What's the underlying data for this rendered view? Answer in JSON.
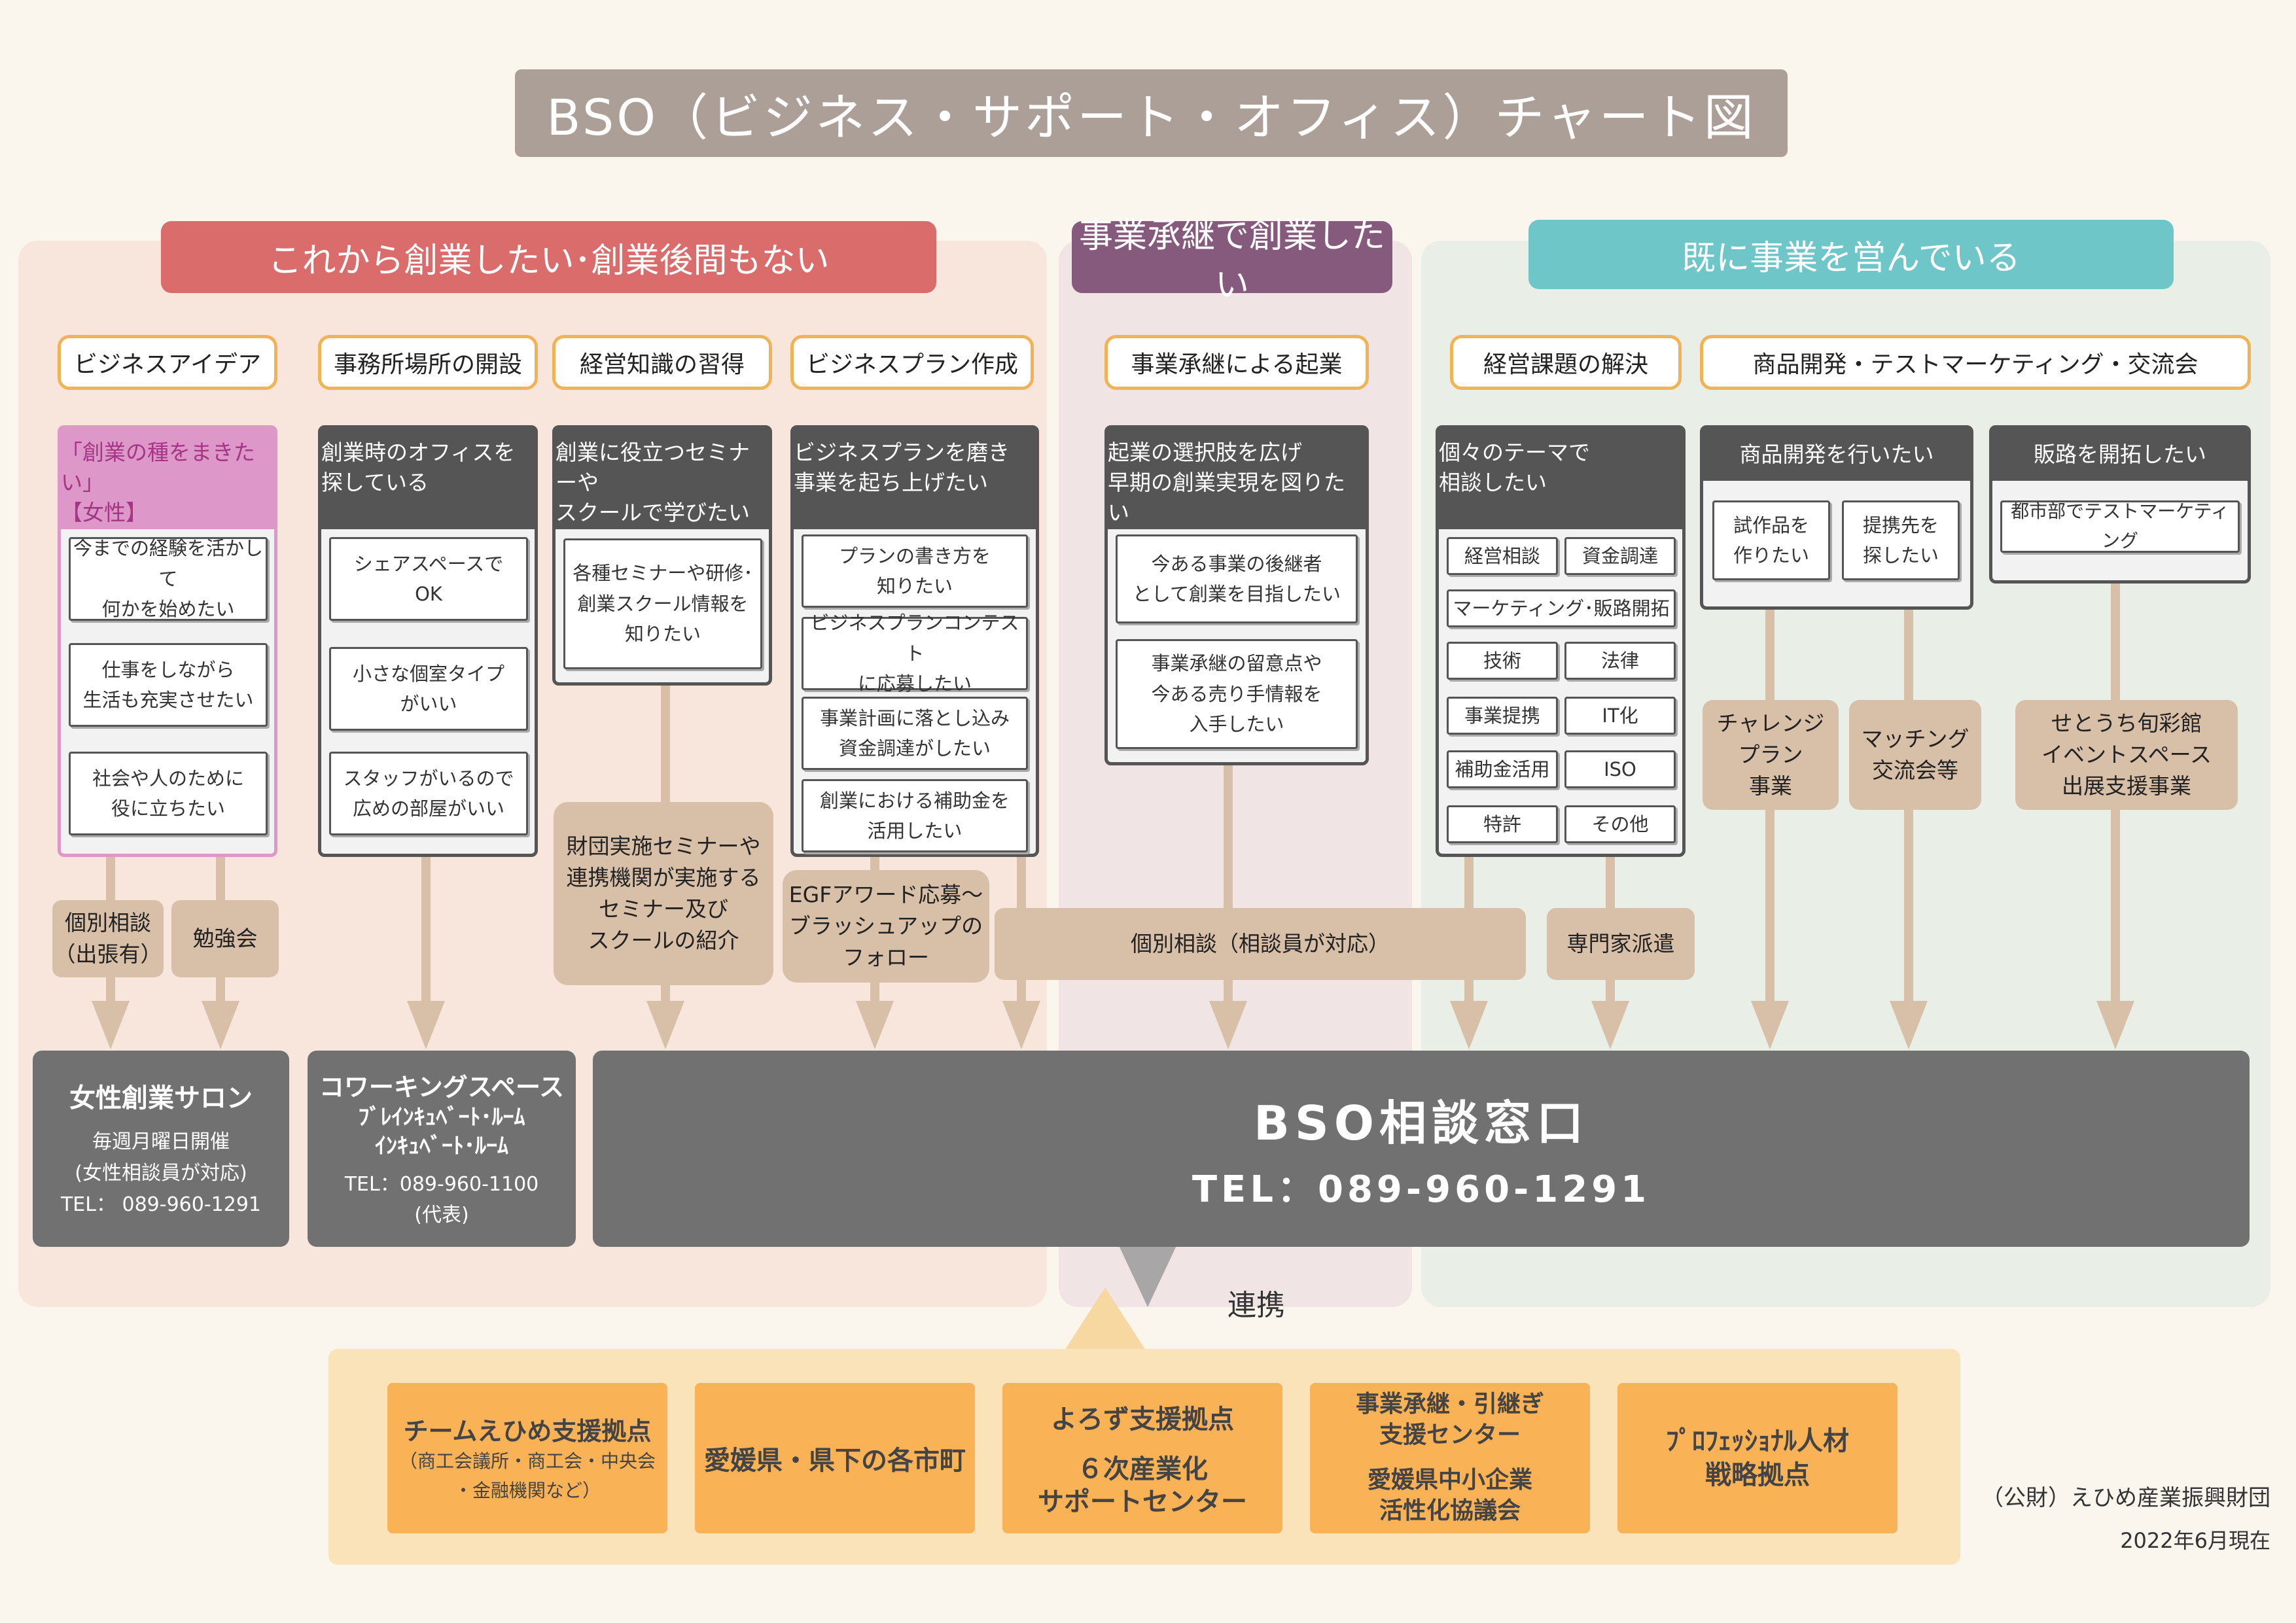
{
  "title": "BSO（ビジネス・サポート・オフィス）チャート図",
  "categories": {
    "start": "これから創業したい･創業後間もない",
    "succession": "事業承継で創業したい",
    "existing": "既に事業を営んでいる"
  },
  "subcategories": {
    "idea": "ビジネスアイデア",
    "office": "事務所場所の開設",
    "knowledge": "経営知識の習得",
    "plan": "ビジネスプラン作成",
    "succession": "事業承継による起業",
    "issues": "経営課題の解決",
    "product": "商品開発・テストマーケティング・交流会"
  },
  "cards": {
    "women": {
      "head1": "「創業の種をまきたい」",
      "head2": "【女性】",
      "items": [
        [
          "今までの経験を活かして",
          "何かを始めたい"
        ],
        [
          "仕事をしながら",
          "生活も充実させたい"
        ],
        [
          "社会や人のために",
          "役に立ちたい"
        ]
      ]
    },
    "office": {
      "head1": "創業時のオフィスを",
      "head2": "探している",
      "items": [
        [
          "シェアスペースで",
          "OK"
        ],
        [
          "小さな個室タイプ",
          "がいい"
        ],
        [
          "スタッフがいるので",
          "広めの部屋がいい"
        ]
      ]
    },
    "seminar": {
      "head1": "創業に役立つセミナーや",
      "head2": "スクールで学びたい",
      "items": [
        [
          "各種セミナーや研修･",
          "創業スクール情報を",
          "知りたい"
        ]
      ]
    },
    "plan": {
      "head1": "ビジネスプランを磨き",
      "head2": "事業を起ち上げたい",
      "items": [
        [
          "プランの書き方を",
          "知りたい"
        ],
        [
          "ビジネスプランコンテスト",
          "に応募したい"
        ],
        [
          "事業計画に落とし込み",
          "資金調達がしたい"
        ],
        [
          "創業における補助金を",
          "活用したい"
        ]
      ]
    },
    "succession": {
      "head1": "起業の選択肢を広げ",
      "head2": "早期の創業実現を図りたい",
      "items": [
        [
          "今ある事業の後継者",
          "として創業を目指したい"
        ],
        [
          "事業承継の留意点や",
          "今ある売り手情報を",
          "入手したい"
        ]
      ]
    },
    "theme": {
      "head1": "個々のテーマで",
      "head2": "相談したい",
      "tags": [
        "経営相談",
        "資金調達",
        "マーケティング･販路開拓",
        "技術",
        "法律",
        "事業提携",
        "IT化",
        "補助金活用",
        "ISO",
        "特許",
        "その他"
      ]
    },
    "product": {
      "head": "商品開発を行いたい",
      "items": [
        [
          "試作品を",
          "作りたい"
        ],
        [
          "提携先を",
          "探したい"
        ]
      ]
    },
    "market": {
      "head": "販路を開拓したい",
      "items": [
        [
          "都市部でテストマーケティング"
        ]
      ]
    }
  },
  "services": {
    "individual_trip": [
      "個別相談",
      "（出張有）"
    ],
    "study": "勉強会",
    "zaidan": [
      "財団実施セミナーや",
      "連携機関が実施する",
      "セミナー及び",
      "スクールの紹介"
    ],
    "egf": [
      "EGFアワード応募～",
      "ブラッシュアップの",
      "フォロー"
    ],
    "individual": "個別相談（相談員が対応）",
    "expert": "専門家派遣",
    "challenge": [
      "チャレンジ",
      "プラン",
      "事業"
    ],
    "matching": [
      "マッチング",
      "交流会等"
    ],
    "setouchi": [
      "せとうち旬彩館",
      "イベントスペース",
      "出展支援事業"
    ]
  },
  "destinations": {
    "salon": {
      "name": "女性創業サロン",
      "lines": [
        "毎週月曜日開催",
        "(女性相談員が対応)",
        "TEL： 089-960-1291"
      ]
    },
    "coworking": {
      "name": "コワーキングスペース",
      "lines": [
        "ﾌﾞﾚｲﾝｷｭﾍﾞｰﾄ･ﾙｰﾑ",
        "ｲﾝｷｭﾍﾞｰﾄ･ﾙｰﾑ"
      ],
      "tel": "TEL：089-960-1100",
      "tel_note": "(代表)"
    },
    "bso": {
      "name": "BSO相談窓口",
      "tel": "TEL：089-960-1291"
    }
  },
  "link_label": "連携",
  "partners": [
    {
      "name": "チームえひめ支援拠点",
      "note": [
        "（商工会議所・商工会・中央会",
        "・金融機関など）"
      ]
    },
    {
      "name": "愛媛県・県下の各市町",
      "note": []
    },
    {
      "name": "よろず支援拠点",
      "note2": [
        "６次産業化",
        "サポートセンター"
      ]
    },
    {
      "name_lines": [
        "事業承継・引継ぎ",
        "支援センター"
      ],
      "note2": [
        "愛媛県中小企業",
        "活性化協議会"
      ]
    },
    {
      "name_lines": [
        "ﾌﾟﾛﾌｪｯｼｮﾅﾙ人材",
        "戦略拠点"
      ]
    }
  ],
  "footer": {
    "org": "（公財）えひめ産業振興財団",
    "date": "2022年6月現在"
  },
  "colors": {
    "start": "#db6c6c",
    "succession": "#865a7c",
    "existing": "#6ec6c9",
    "tan": "#d7bfa8",
    "partner": "#f9b256"
  }
}
